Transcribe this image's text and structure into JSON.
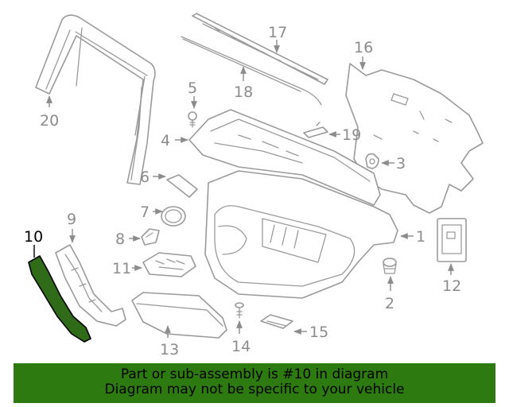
{
  "diagram": {
    "callouts": [
      "1",
      "2",
      "3",
      "4",
      "5",
      "6",
      "7",
      "8",
      "9",
      "10",
      "11",
      "12",
      "13",
      "14",
      "15",
      "16",
      "17",
      "18",
      "19",
      "20"
    ],
    "highlighted_part": "10",
    "highlight_color": "#2d7a10"
  },
  "banner": {
    "line1": "Part or sub-assembly is #10 in diagram",
    "line2": "Diagram may not be specific to your vehicle"
  }
}
